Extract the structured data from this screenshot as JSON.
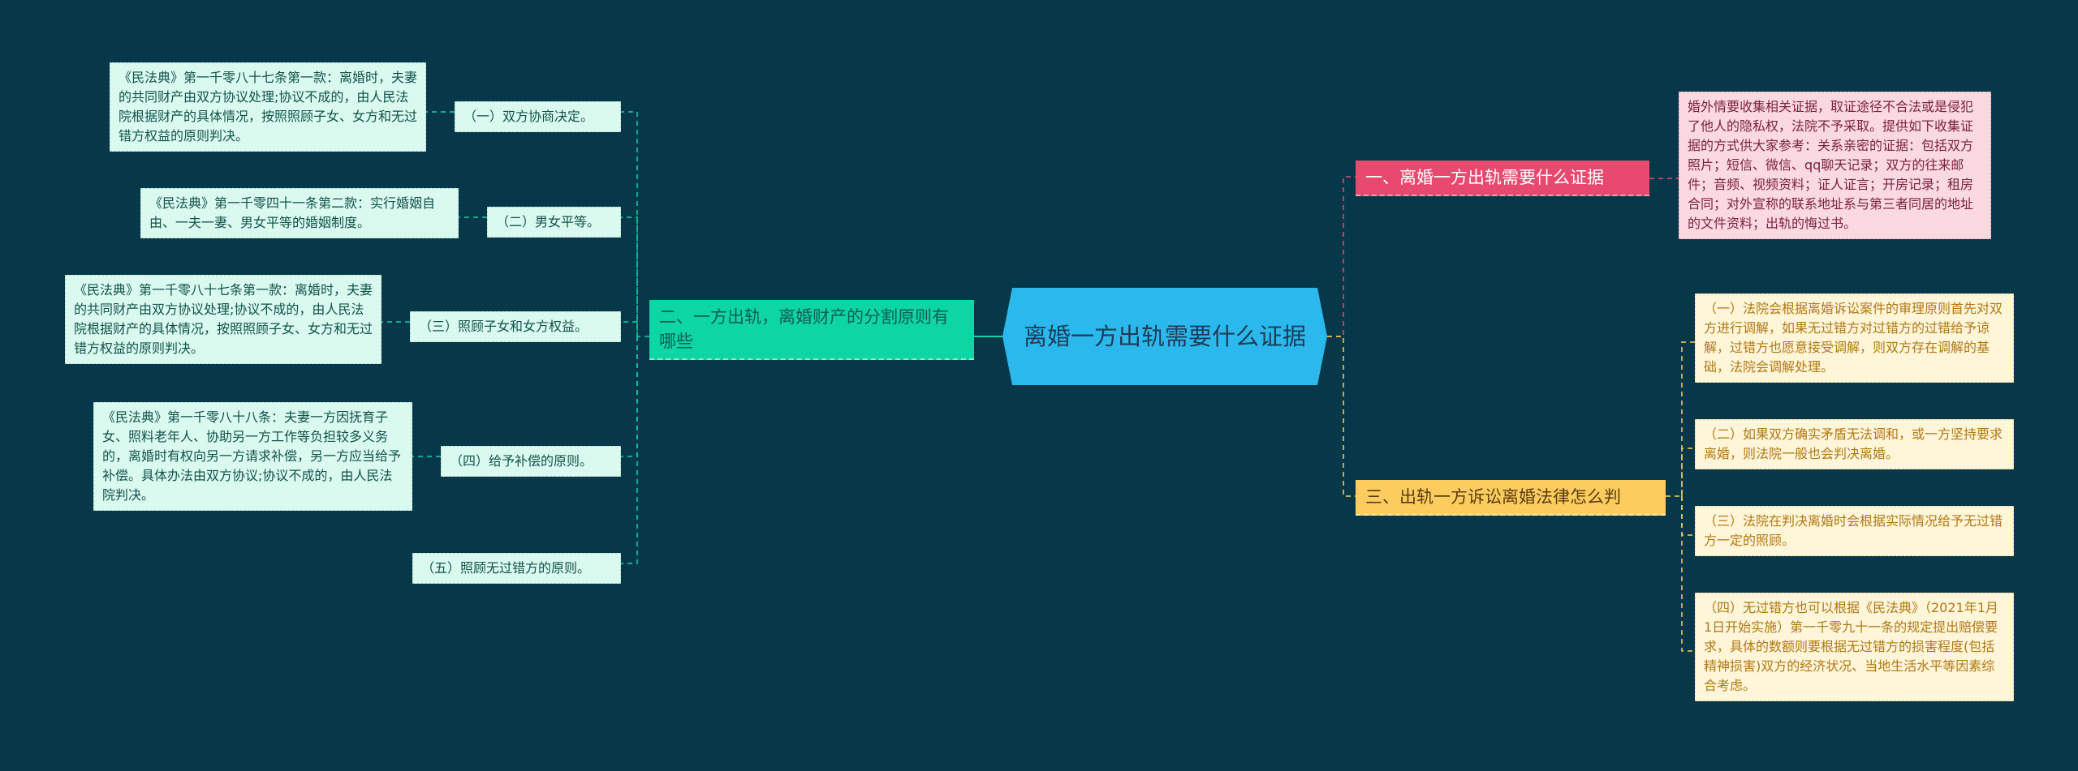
{
  "central_topic": "离婚一方出轨需要什么证据",
  "branches": {
    "evidence": {
      "label": "一、离婚一方出轨需要什么证据",
      "note": "婚外情要收集相关证据，取证途径不合法或是侵犯了他人的隐私权，法院不予采取。提供如下收集证据的方式供大家参考：关系亲密的证据：包括双方照片；短信、微信、qq聊天记录；双方的往来邮件；音频、视频资料；证人证言；开房记录；租房合同；对外宣称的联系地址系与第三者同居的地址的文件资料；出轨的悔过书。"
    },
    "property": {
      "label": "二、一方出轨，离婚财产的分割原则有哪些",
      "principles": [
        {
          "label": "（一）双方协商决定。",
          "note": "《民法典》第一千零八十七条第一款：离婚时，夫妻的共同财产由双方协议处理;协议不成的，由人民法院根据财产的具体情况，按照照顾子女、女方和无过错方权益的原则判决。"
        },
        {
          "label": "（二）男女平等。",
          "note": "《民法典》第一千零四十一条第二款：实行婚姻自由、一夫一妻、男女平等的婚姻制度。"
        },
        {
          "label": "（三）照顾子女和女方权益。",
          "note": "《民法典》第一千零八十七条第一款：离婚时，夫妻的共同财产由双方协议处理;协议不成的，由人民法院根据财产的具体情况，按照照顾子女、女方和无过错方权益的原则判决。"
        },
        {
          "label": "（四）给予补偿的原则。",
          "note": "《民法典》第一千零八十八条：夫妻一方因抚育子女、照料老年人、协助另一方工作等负担较多义务的，离婚时有权向另一方请求补偿，另一方应当给予补偿。具体办法由双方协议;协议不成的，由人民法院判决。"
        },
        {
          "label": "（五）照顾无过错方的原则。"
        }
      ]
    },
    "lawsuit": {
      "label": "三、出轨一方诉讼离婚法律怎么判",
      "points": [
        "（一）法院会根据离婚诉讼案件的审理原则首先对双方进行调解，如果无过错方对过错方的过错给予谅解，过错方也愿意接受调解，则双方存在调解的基础，法院会调解处理。",
        "（二）如果双方确实矛盾无法调和，或一方坚持要求离婚，则法院一般也会判决离婚。",
        "（三）法院在判决离婚时会根据实际情况给予无过错方一定的照顾。",
        "（四）无过错方也可以根据《民法典》（2021年1月1日开始实施）第一千零九十一条的规定提出赔偿要求，具体的数额则要根据无过错方的损害程度(包括精神损害)双方的经济状况、当地生活水平等因素综合考虑。"
      ]
    }
  },
  "colors": {
    "background": "#073849",
    "center": "#2bb8ec",
    "branch_evidence": "#e8496f",
    "branch_property": "#0dd5a3",
    "branch_lawsuit": "#fdcc5e"
  }
}
